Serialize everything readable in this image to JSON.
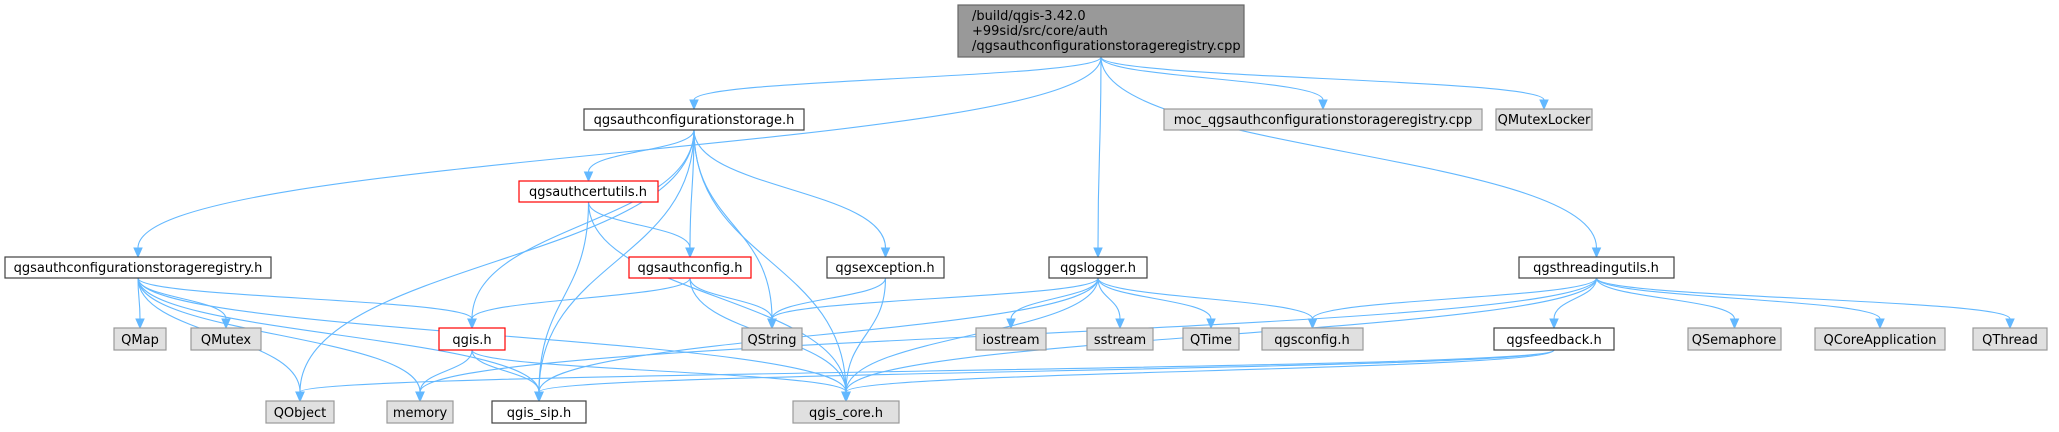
{
  "colors": {
    "edge": "#63b8ff",
    "root_fill": "#999999",
    "root_border": "#666666",
    "file_fill": "#ffffff",
    "file_border": "#404040",
    "truncated_border": "#ff0000",
    "external_fill": "#e0e0e0",
    "external_border": "#999999"
  },
  "nodes": {
    "root": {
      "lines": [
        "/build/qgis-3.42.0",
        "+99sid/src/core/auth",
        "/qgsauthconfigurationstorageregistry.cpp"
      ],
      "kind": "root"
    },
    "storage_h": {
      "label": "qgsauthconfigurationstorage.h",
      "kind": "file"
    },
    "moc": {
      "label": "moc_qgsauthconfigurationstorageregistry.cpp",
      "kind": "external"
    },
    "qmutexlocker": {
      "label": "QMutexLocker",
      "kind": "external"
    },
    "authcertutils": {
      "label": "qgsauthcertutils.h",
      "kind": "truncated"
    },
    "registry_h": {
      "label": "qgsauthconfigurationstorageregistry.h",
      "kind": "file"
    },
    "authconfig": {
      "label": "qgsauthconfig.h",
      "kind": "truncated"
    },
    "exception": {
      "label": "qgsexception.h",
      "kind": "file"
    },
    "logger": {
      "label": "qgslogger.h",
      "kind": "file"
    },
    "threadingutils": {
      "label": "qgsthreadingutils.h",
      "kind": "file"
    },
    "qmap": {
      "label": "QMap",
      "kind": "external"
    },
    "qmutex": {
      "label": "QMutex",
      "kind": "external"
    },
    "qgis_h": {
      "label": "qgis.h",
      "kind": "truncated"
    },
    "qstring": {
      "label": "QString",
      "kind": "external"
    },
    "iostream": {
      "label": "iostream",
      "kind": "external"
    },
    "sstream": {
      "label": "sstream",
      "kind": "external"
    },
    "qtime": {
      "label": "QTime",
      "kind": "external"
    },
    "qgsconfig": {
      "label": "qgsconfig.h",
      "kind": "external"
    },
    "feedback": {
      "label": "qgsfeedback.h",
      "kind": "file"
    },
    "qsemaphore": {
      "label": "QSemaphore",
      "kind": "external"
    },
    "qcoreapp": {
      "label": "QCoreApplication",
      "kind": "external"
    },
    "qthread": {
      "label": "QThread",
      "kind": "external"
    },
    "qobject": {
      "label": "QObject",
      "kind": "external"
    },
    "memory": {
      "label": "memory",
      "kind": "external"
    },
    "qgis_sip": {
      "label": "qgis_sip.h",
      "kind": "file"
    },
    "qgis_core": {
      "label": "qgis_core.h",
      "kind": "external"
    }
  },
  "edges": [
    [
      "root",
      "storage_h"
    ],
    [
      "root",
      "moc"
    ],
    [
      "root",
      "qmutexlocker"
    ],
    [
      "root",
      "registry_h"
    ],
    [
      "root",
      "logger"
    ],
    [
      "root",
      "threadingutils"
    ],
    [
      "storage_h",
      "authcertutils"
    ],
    [
      "storage_h",
      "authconfig"
    ],
    [
      "storage_h",
      "exception"
    ],
    [
      "storage_h",
      "qgis_h"
    ],
    [
      "storage_h",
      "qstring"
    ],
    [
      "storage_h",
      "qobject"
    ],
    [
      "storage_h",
      "qgis_sip"
    ],
    [
      "storage_h",
      "qgis_core"
    ],
    [
      "authcertutils",
      "authconfig"
    ],
    [
      "authcertutils",
      "qgis_sip"
    ],
    [
      "authcertutils",
      "qgis_core"
    ],
    [
      "authconfig",
      "qgis_h"
    ],
    [
      "authconfig",
      "qstring"
    ],
    [
      "authconfig",
      "qgis_core"
    ],
    [
      "exception",
      "qstring"
    ],
    [
      "exception",
      "qgis_core"
    ],
    [
      "registry_h",
      "qmap"
    ],
    [
      "registry_h",
      "qmutex"
    ],
    [
      "registry_h",
      "qgis_h"
    ],
    [
      "registry_h",
      "qobject"
    ],
    [
      "registry_h",
      "memory"
    ],
    [
      "registry_h",
      "qgis_sip"
    ],
    [
      "registry_h",
      "qgis_core"
    ],
    [
      "qgis_h",
      "memory"
    ],
    [
      "qgis_h",
      "qgis_sip"
    ],
    [
      "qgis_h",
      "qgis_core"
    ],
    [
      "logger",
      "qstring"
    ],
    [
      "logger",
      "iostream"
    ],
    [
      "logger",
      "sstream"
    ],
    [
      "logger",
      "qtime"
    ],
    [
      "logger",
      "qgsconfig"
    ],
    [
      "logger",
      "qgis_sip"
    ],
    [
      "logger",
      "qgis_core"
    ],
    [
      "threadingutils",
      "qgsconfig"
    ],
    [
      "threadingutils",
      "feedback"
    ],
    [
      "threadingutils",
      "qsemaphore"
    ],
    [
      "threadingutils",
      "qcoreapp"
    ],
    [
      "threadingutils",
      "qthread"
    ],
    [
      "threadingutils",
      "memory"
    ],
    [
      "threadingutils",
      "qgis_core"
    ],
    [
      "feedback",
      "qobject"
    ],
    [
      "feedback",
      "qgis_sip"
    ],
    [
      "feedback",
      "qgis_core"
    ]
  ]
}
